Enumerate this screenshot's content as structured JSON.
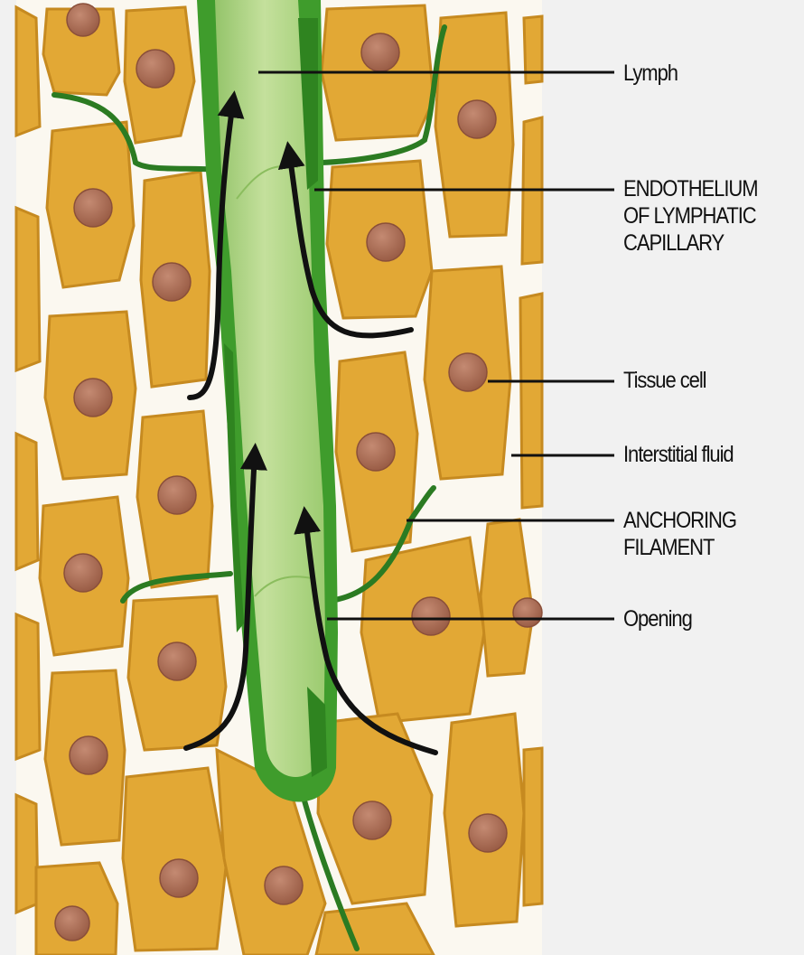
{
  "labels": {
    "lymph": "Lymph",
    "endothelium": [
      "ENDOTHELIUM",
      "OF LYMPHATIC",
      "CAPILLARY"
    ],
    "tissue_cell": "Tissue cell",
    "interstitial_fluid": "Interstitial fluid",
    "anchoring_filament": [
      "ANCHORING",
      "FILAMENT"
    ],
    "opening": "Opening"
  },
  "colors": {
    "background": "#f1f1f1",
    "tissue_panel": "#fbf8f0",
    "cell_fill": "#e2a835",
    "cell_edge": "#c68a20",
    "nucleus": "#a86a52",
    "capillary_outer": "#3f9c2c",
    "capillary_inner": "#a8cf7c",
    "filament": "#2b7b22",
    "arrow": "#111111",
    "leader_line": "#111111"
  }
}
